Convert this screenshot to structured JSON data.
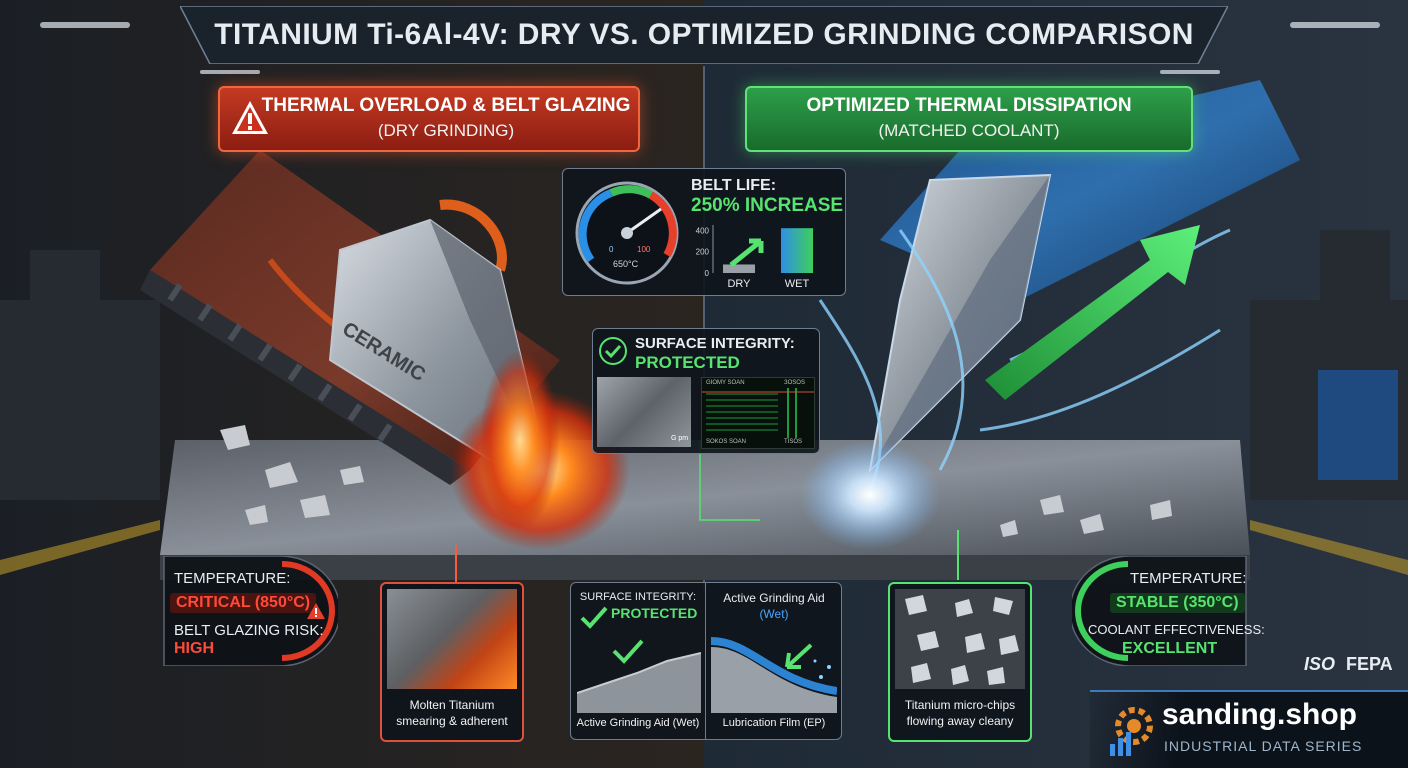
{
  "title": "TITANIUM Ti-6Al-4V: DRY VS. OPTIMIZED GRINDING COMPARISON",
  "left_header": {
    "title": "THERMAL OVERLOAD & BELT GLAZING",
    "subtitle": "(DRY GRINDING)"
  },
  "right_header": {
    "title": "OPTIMIZED THERMAL DISSIPATION",
    "subtitle": "(MATCHED COOLANT)"
  },
  "grain_label": "CERAMIC",
  "belt_life": {
    "label": "BELT LIFE:",
    "value": "250% INCREASE",
    "gauge": {
      "readout": "650°C",
      "scale_min": "0",
      "scale_max": "100"
    },
    "chart_data": {
      "type": "bar",
      "categories": [
        "DRY",
        "WET"
      ],
      "values": [
        80,
        420
      ],
      "yticks": [
        "400",
        "200",
        "0"
      ],
      "ylim": [
        0,
        450
      ]
    }
  },
  "surface_center": {
    "label": "SURFACE INTEGRITY:",
    "value": "PROTECTED",
    "scan_top_left": "GIOMY SOAN",
    "scan_top_right": "ЗOSOS",
    "scan_bottom_left": "SOKOS SOAN",
    "scan_bottom_right": "TISOS",
    "scale_label": "G pm"
  },
  "left_stats": {
    "temp_label": "TEMPERATURE:",
    "temp_value": "CRITICAL (850°C)",
    "risk_label": "BELT GLAZING RISK:",
    "risk_value": "HIGH"
  },
  "right_stats": {
    "temp_label": "TEMPERATURE:",
    "temp_value": "STABLE (350°C)",
    "coolant_label": "COOLANT EFFECTIVENESS:",
    "coolant_value": "EXCELLENT"
  },
  "molten_card": {
    "caption_1": "Molten Titanium",
    "caption_2": "smearing & adherent"
  },
  "surface_card": {
    "label": "SURFACE INTEGRITY:",
    "value": "PROTECTED",
    "caption": "Active Grinding Aid (Wet)"
  },
  "aid_card": {
    "title": "Active Grinding Aid",
    "subtitle": "(Wet)",
    "caption": "Lubrication Film (EP)"
  },
  "chips_card": {
    "caption_1": "Titanium micro-chips",
    "caption_2": "flowing away cleany"
  },
  "certs": [
    "ISO",
    "FEPA"
  ],
  "brand": {
    "name": "sanding.shop",
    "tagline": "INDUSTRIAL DATA SERIES"
  },
  "colors": {
    "hot": "#ff4a1e",
    "cool": "#3aa0ff",
    "success": "#57e36f",
    "danger": "#ff4a3a"
  }
}
